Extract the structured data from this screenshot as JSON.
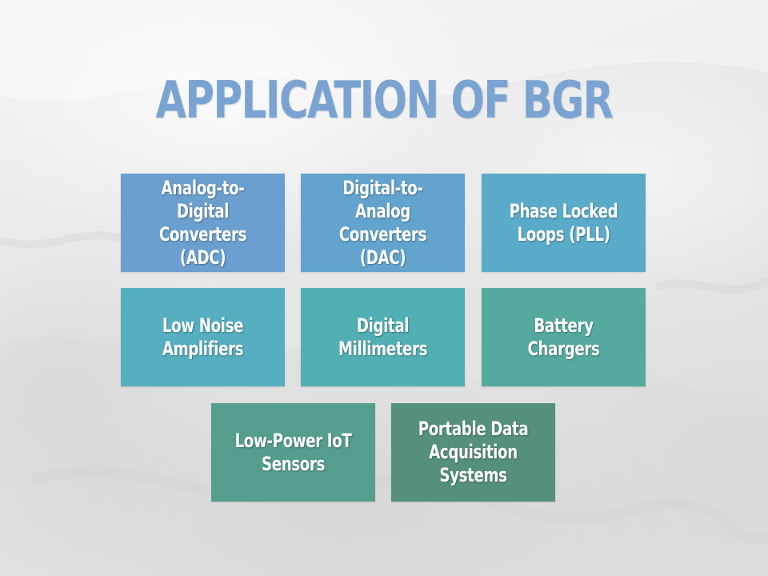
{
  "slide": {
    "title": "APPLICATION OF BGR",
    "title_color": "#7aa3d1"
  },
  "tiles": [
    {
      "label": "Analog-to-Digital Converters (ADC)",
      "color": "#6a9fd0"
    },
    {
      "label": "Digital-to-Analog Converters (DAC)",
      "color": "#62a4ce"
    },
    {
      "label": "Phase Locked Loops (PLL)",
      "color": "#5aabca"
    },
    {
      "label": "Low Noise Amplifiers",
      "color": "#55afc0"
    },
    {
      "label": "Digital Millimeters",
      "color": "#52afb3"
    },
    {
      "label": "Battery Chargers",
      "color": "#55a99e"
    },
    {
      "label": "Low-Power IoT Sensors",
      "color": "#559e8d"
    },
    {
      "label": "Portable Data Acquisition Systems",
      "color": "#55917a"
    }
  ]
}
